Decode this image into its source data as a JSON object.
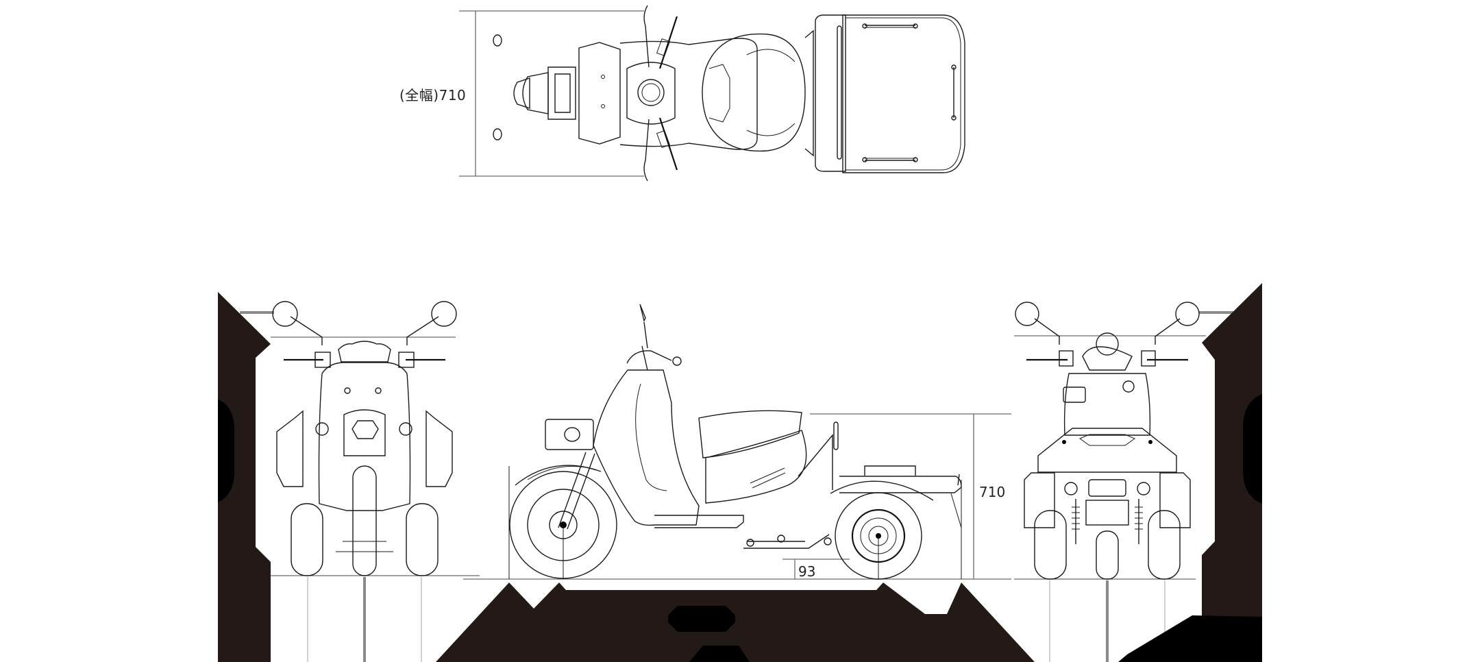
{
  "diagram": {
    "subject": "three-wheel scooter dimension drawing",
    "views": [
      {
        "name": "top-view",
        "label": "(全幅)710",
        "dimension": "overall width",
        "value": 710
      },
      {
        "name": "front-view"
      },
      {
        "name": "side-view",
        "labels": [
          {
            "text": "710",
            "dimension": "cargo height"
          },
          {
            "text": "93",
            "dimension": "ground clearance"
          }
        ]
      },
      {
        "name": "rear-view"
      }
    ],
    "redacted_labels": 6,
    "colors": {
      "line": "#1a1a1a",
      "dimension_line": "#6b6b6b",
      "overlay": "#231a17",
      "background": "#ffffff"
    }
  },
  "labels": {
    "overall_width": "(全幅)710",
    "cargo_height": "710",
    "ground_clearance": "93"
  }
}
